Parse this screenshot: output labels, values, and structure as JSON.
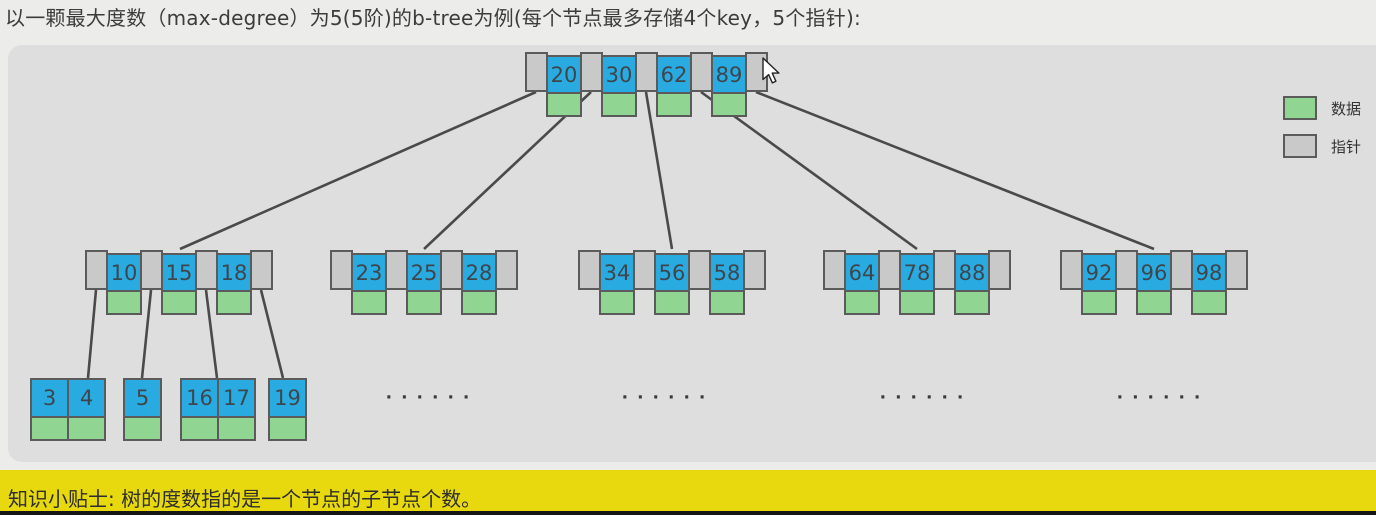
{
  "header": {
    "title": "以一颗最大度数（max-degree）为5(5阶)的b-tree为例(每个节点最多存储4个key，5个指针):"
  },
  "footer": {
    "text": "知识小贴士: 树的度数指的是一个节点的子节点个数。"
  },
  "legend": {
    "items": [
      {
        "label": "数据",
        "color": "#90d592"
      },
      {
        "label": "指针",
        "color": "#c9c9c9"
      }
    ]
  },
  "tree": {
    "root": {
      "keys": [
        "20",
        "30",
        "62",
        "89"
      ]
    },
    "internal_nodes": [
      {
        "keys": [
          "10",
          "15",
          "18"
        ]
      },
      {
        "keys": [
          "23",
          "25",
          "28"
        ]
      },
      {
        "keys": [
          "34",
          "56",
          "58"
        ]
      },
      {
        "keys": [
          "64",
          "78",
          "88"
        ]
      },
      {
        "keys": [
          "92",
          "96",
          "98"
        ]
      }
    ],
    "leaf_nodes": [
      {
        "keys": [
          "3",
          "4"
        ]
      },
      {
        "keys": [
          "5"
        ]
      },
      {
        "keys": [
          "16",
          "17"
        ]
      },
      {
        "keys": [
          "19"
        ]
      }
    ],
    "ellipsis": "······"
  },
  "colors": {
    "key_fill": "#29abe2",
    "data_fill": "#90d592",
    "pointer_fill": "#c9c9c9",
    "panel_bg": "#dedede",
    "footer_bg": "#e7d90e"
  }
}
